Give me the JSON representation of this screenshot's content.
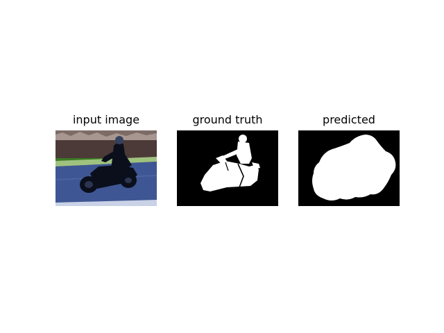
{
  "panels": [
    {
      "title": "input image"
    },
    {
      "title": "ground truth"
    },
    {
      "title": "predicted"
    }
  ],
  "colors": {
    "background": "#ffffff",
    "mask_foreground": "#ffffff",
    "mask_background": "#000000",
    "road": "#3b4f8c",
    "grass": "#2e6b1f",
    "wall": "#5b4a45",
    "silhouette": "#0b0f1c"
  }
}
